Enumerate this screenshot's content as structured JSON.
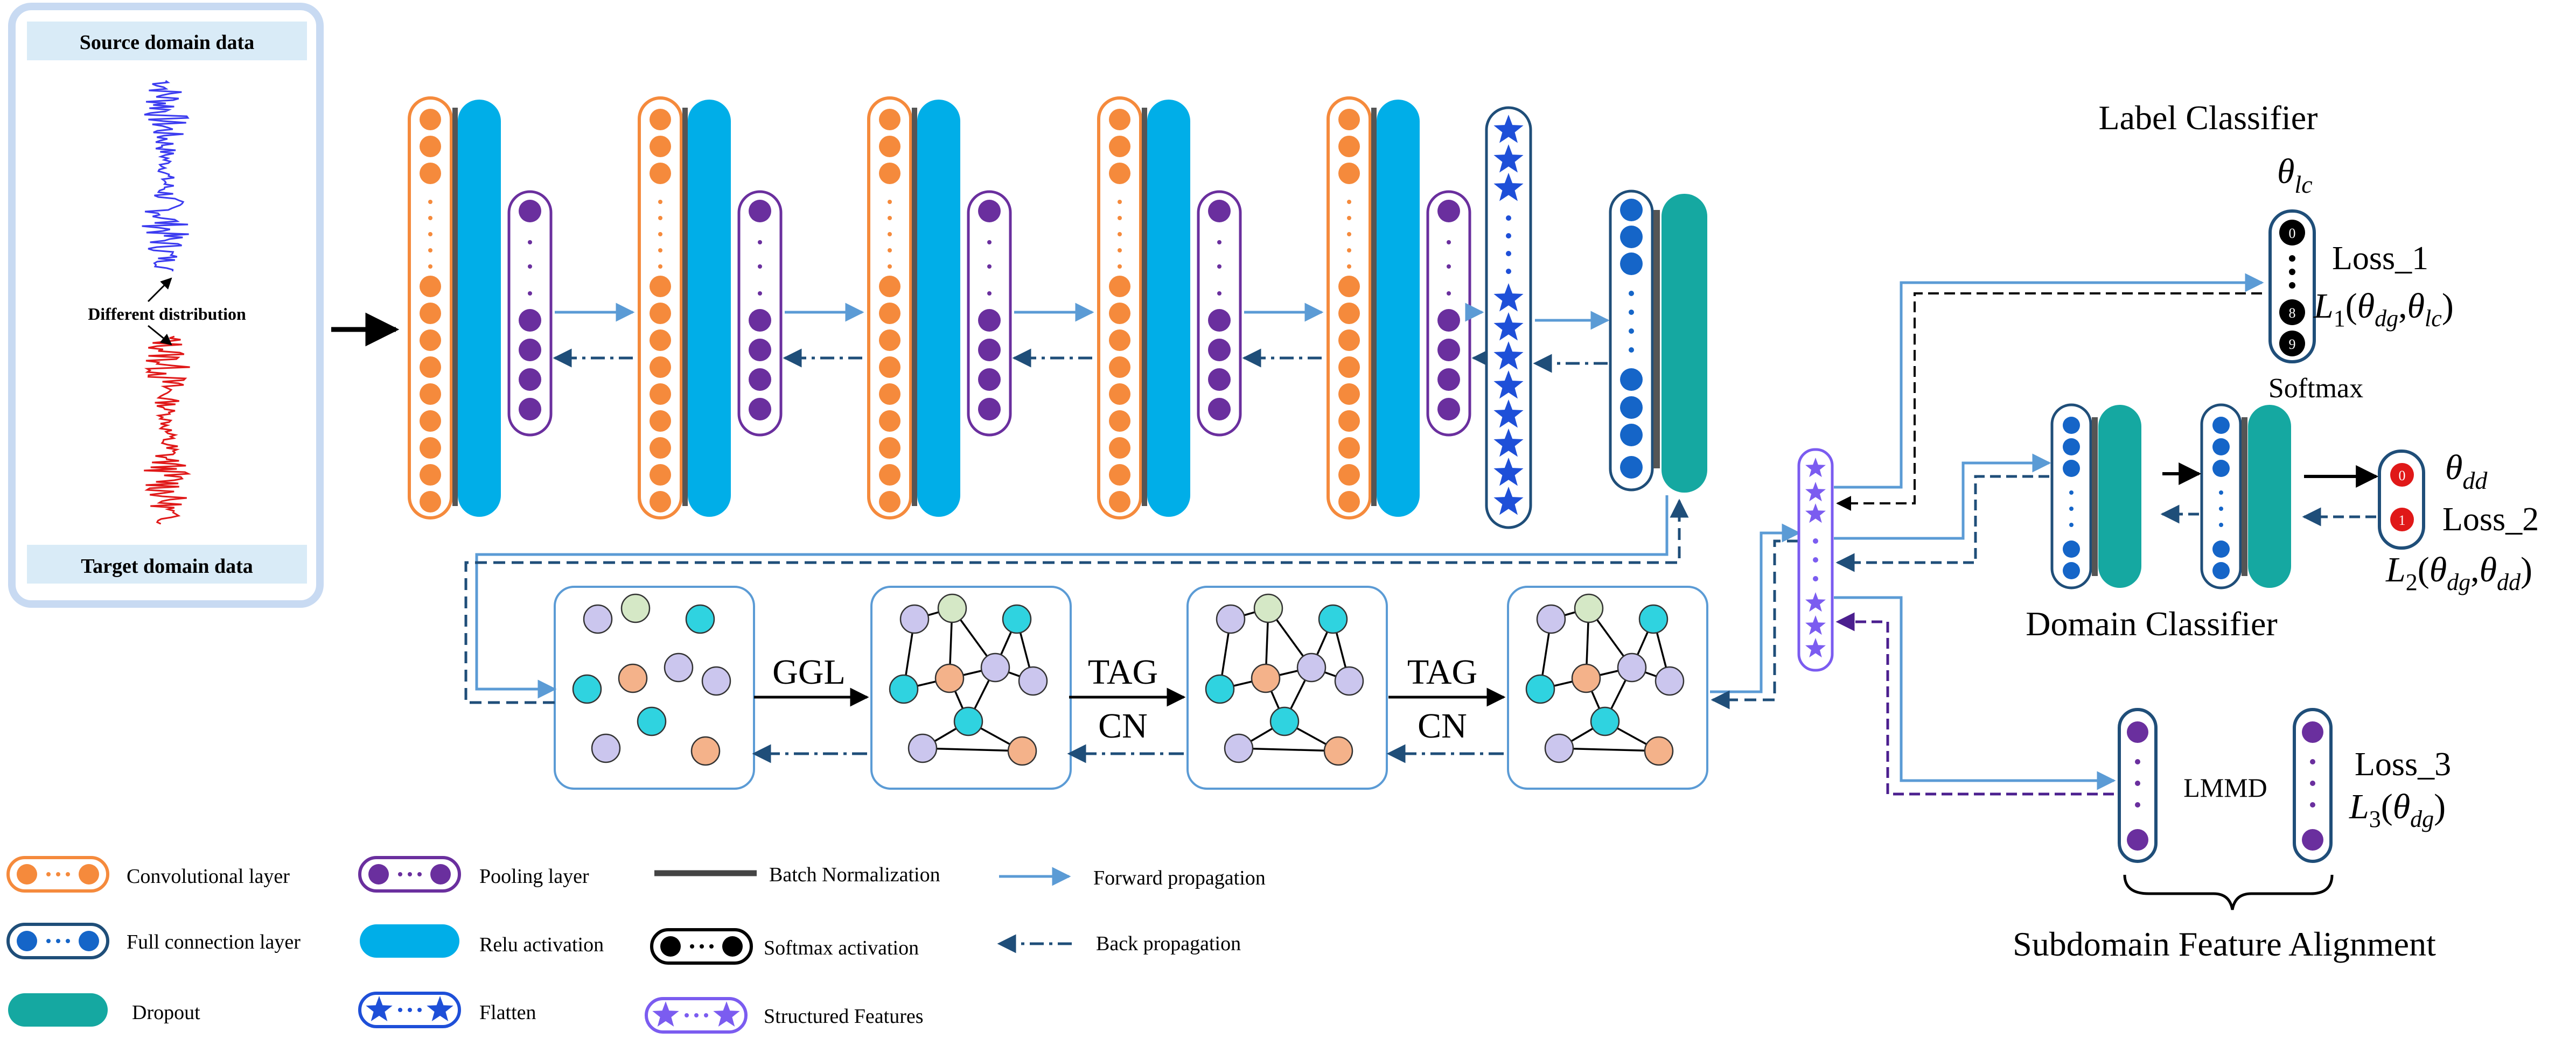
{
  "data_panel": {
    "source_label": "Source domain data",
    "distribution_label": "Different distribution",
    "target_label": "Target domain data"
  },
  "graph_ops": {
    "ggl": "GGL",
    "tag1_line1": "TAG",
    "tag1_line2": "CN",
    "tag2_line1": "TAG",
    "tag2_line2": "CN"
  },
  "label_classifier": {
    "title": "Label Classifier",
    "theta": "θ",
    "theta_sub": "lc",
    "loss_name": "Loss_1",
    "nodes": [
      "0",
      "8",
      "9"
    ],
    "formula": {
      "L": "L",
      "idx": "1",
      "p1": "θ",
      "p1_sub": "dg",
      "p2": "θ",
      "p2_sub": "lc"
    },
    "softmax": "Softmax"
  },
  "domain_classifier": {
    "title": "Domain Classifier",
    "theta": "θ",
    "theta_sub": "dd",
    "loss_name": "Loss_2",
    "nodes": [
      "0",
      "1"
    ],
    "formula": {
      "L": "L",
      "idx": "2",
      "p1": "θ",
      "p1_sub": "dg",
      "p2": "θ",
      "p2_sub": "dd"
    }
  },
  "subdomain": {
    "title": "Subdomain Feature Alignment",
    "lmmd": "LMMD",
    "loss_name": "Loss_3",
    "formula": {
      "L": "L",
      "idx": "3",
      "p1": "θ",
      "p1_sub": "dg"
    }
  },
  "legend": {
    "conv": "Convolutional layer",
    "pool": "Pooling layer",
    "bn": "Batch Normalization",
    "forward": "Forward propagation",
    "fc": "Full connection layer",
    "relu": "Relu activation",
    "softmax": "Softmax activation",
    "back": "Back propagation",
    "dropout": "Dropout",
    "flatten": "Flatten",
    "structured": "Structured Features"
  },
  "colors": {
    "conv": "#f58a3c",
    "pool": "#6a2f9e",
    "relu": "#00aee8",
    "dropout": "#15a8a1",
    "fc": "#1565c8",
    "flatten": "#1e4fd8",
    "structured": "#7b5cf0",
    "forward": "#5b9bd5",
    "back": "#1f4e79",
    "source_signal": "#3b3bf0",
    "target_signal": "#e01818"
  }
}
